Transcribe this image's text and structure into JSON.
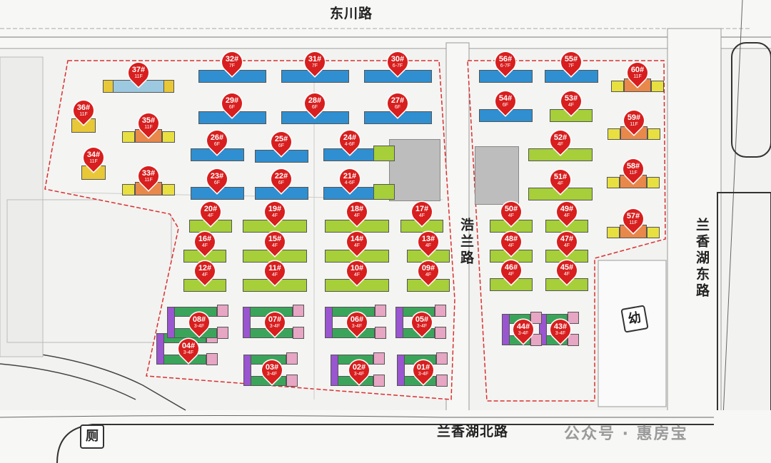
{
  "roads": {
    "north": "东川路",
    "middle": "浩兰路",
    "east": "兰香湖东路",
    "south": "兰香湖北路"
  },
  "symbols": {
    "kindergarten": "幼",
    "toilet": "厕"
  },
  "watermark": "公众号 · 惠房宝",
  "colors": {
    "boundary": "#d83030",
    "pin": "#d81e1e",
    "floors_6_7": "#2f8fd0",
    "floors_4": "#a6cf3a",
    "floors_3_4": "#3aa55a",
    "floors_11": "#e8c837"
  },
  "buildings": [
    {
      "id": "01",
      "label": "01#",
      "floors": "3-4F"
    },
    {
      "id": "02",
      "label": "02#",
      "floors": "3-4F"
    },
    {
      "id": "03",
      "label": "03#",
      "floors": "3-4F"
    },
    {
      "id": "04",
      "label": "04#",
      "floors": "3-4F"
    },
    {
      "id": "05",
      "label": "05#",
      "floors": "3-4F"
    },
    {
      "id": "06",
      "label": "06#",
      "floors": "3-4F"
    },
    {
      "id": "07",
      "label": "07#",
      "floors": "3-4F"
    },
    {
      "id": "08",
      "label": "08#",
      "floors": "3-4F"
    },
    {
      "id": "09",
      "label": "09#",
      "floors": "4F"
    },
    {
      "id": "10",
      "label": "10#",
      "floors": "4F"
    },
    {
      "id": "11",
      "label": "11#",
      "floors": "4F"
    },
    {
      "id": "12",
      "label": "12#",
      "floors": "4F"
    },
    {
      "id": "13",
      "label": "13#",
      "floors": "4F"
    },
    {
      "id": "14",
      "label": "14#",
      "floors": "4F"
    },
    {
      "id": "15",
      "label": "15#",
      "floors": "4F"
    },
    {
      "id": "16",
      "label": "16#",
      "floors": "4F"
    },
    {
      "id": "17",
      "label": "17#",
      "floors": "4F"
    },
    {
      "id": "18",
      "label": "18#",
      "floors": "4F"
    },
    {
      "id": "19",
      "label": "19#",
      "floors": "4F"
    },
    {
      "id": "20",
      "label": "20#",
      "floors": "4F"
    },
    {
      "id": "21",
      "label": "21#",
      "floors": "4-6F"
    },
    {
      "id": "22",
      "label": "22#",
      "floors": "6F"
    },
    {
      "id": "23",
      "label": "23#",
      "floors": "6F"
    },
    {
      "id": "24",
      "label": "24#",
      "floors": "4-6F"
    },
    {
      "id": "25",
      "label": "25#",
      "floors": "6F"
    },
    {
      "id": "26",
      "label": "26#",
      "floors": "6F"
    },
    {
      "id": "27",
      "label": "27#",
      "floors": "6F"
    },
    {
      "id": "28",
      "label": "28#",
      "floors": "6F"
    },
    {
      "id": "29",
      "label": "29#",
      "floors": "6F"
    },
    {
      "id": "30",
      "label": "30#",
      "floors": "6-7F"
    },
    {
      "id": "31",
      "label": "31#",
      "floors": "7F"
    },
    {
      "id": "32",
      "label": "32#",
      "floors": "7F"
    },
    {
      "id": "33",
      "label": "33#",
      "floors": "11F"
    },
    {
      "id": "34",
      "label": "34#",
      "floors": "11F"
    },
    {
      "id": "35",
      "label": "35#",
      "floors": "11F"
    },
    {
      "id": "36",
      "label": "36#",
      "floors": "11F"
    },
    {
      "id": "37",
      "label": "37#",
      "floors": "11F"
    },
    {
      "id": "43",
      "label": "43#",
      "floors": "3-4F"
    },
    {
      "id": "44",
      "label": "44#",
      "floors": "3-4F"
    },
    {
      "id": "45",
      "label": "45#",
      "floors": "4F"
    },
    {
      "id": "46",
      "label": "46#",
      "floors": "4F"
    },
    {
      "id": "47",
      "label": "47#",
      "floors": "4F"
    },
    {
      "id": "48",
      "label": "48#",
      "floors": "4F"
    },
    {
      "id": "49",
      "label": "49#",
      "floors": "4F"
    },
    {
      "id": "50",
      "label": "50#",
      "floors": "4F"
    },
    {
      "id": "51",
      "label": "51#",
      "floors": "4F"
    },
    {
      "id": "52",
      "label": "52#",
      "floors": "4F"
    },
    {
      "id": "53",
      "label": "53#",
      "floors": "4F"
    },
    {
      "id": "54",
      "label": "54#",
      "floors": "6F"
    },
    {
      "id": "55",
      "label": "55#",
      "floors": "7F"
    },
    {
      "id": "56",
      "label": "56#",
      "floors": "6-7F"
    },
    {
      "id": "57",
      "label": "57#",
      "floors": "11F"
    },
    {
      "id": "58",
      "label": "58#",
      "floors": "11F"
    },
    {
      "id": "59",
      "label": "59#",
      "floors": "11F"
    },
    {
      "id": "60",
      "label": "60#",
      "floors": "11F"
    }
  ]
}
